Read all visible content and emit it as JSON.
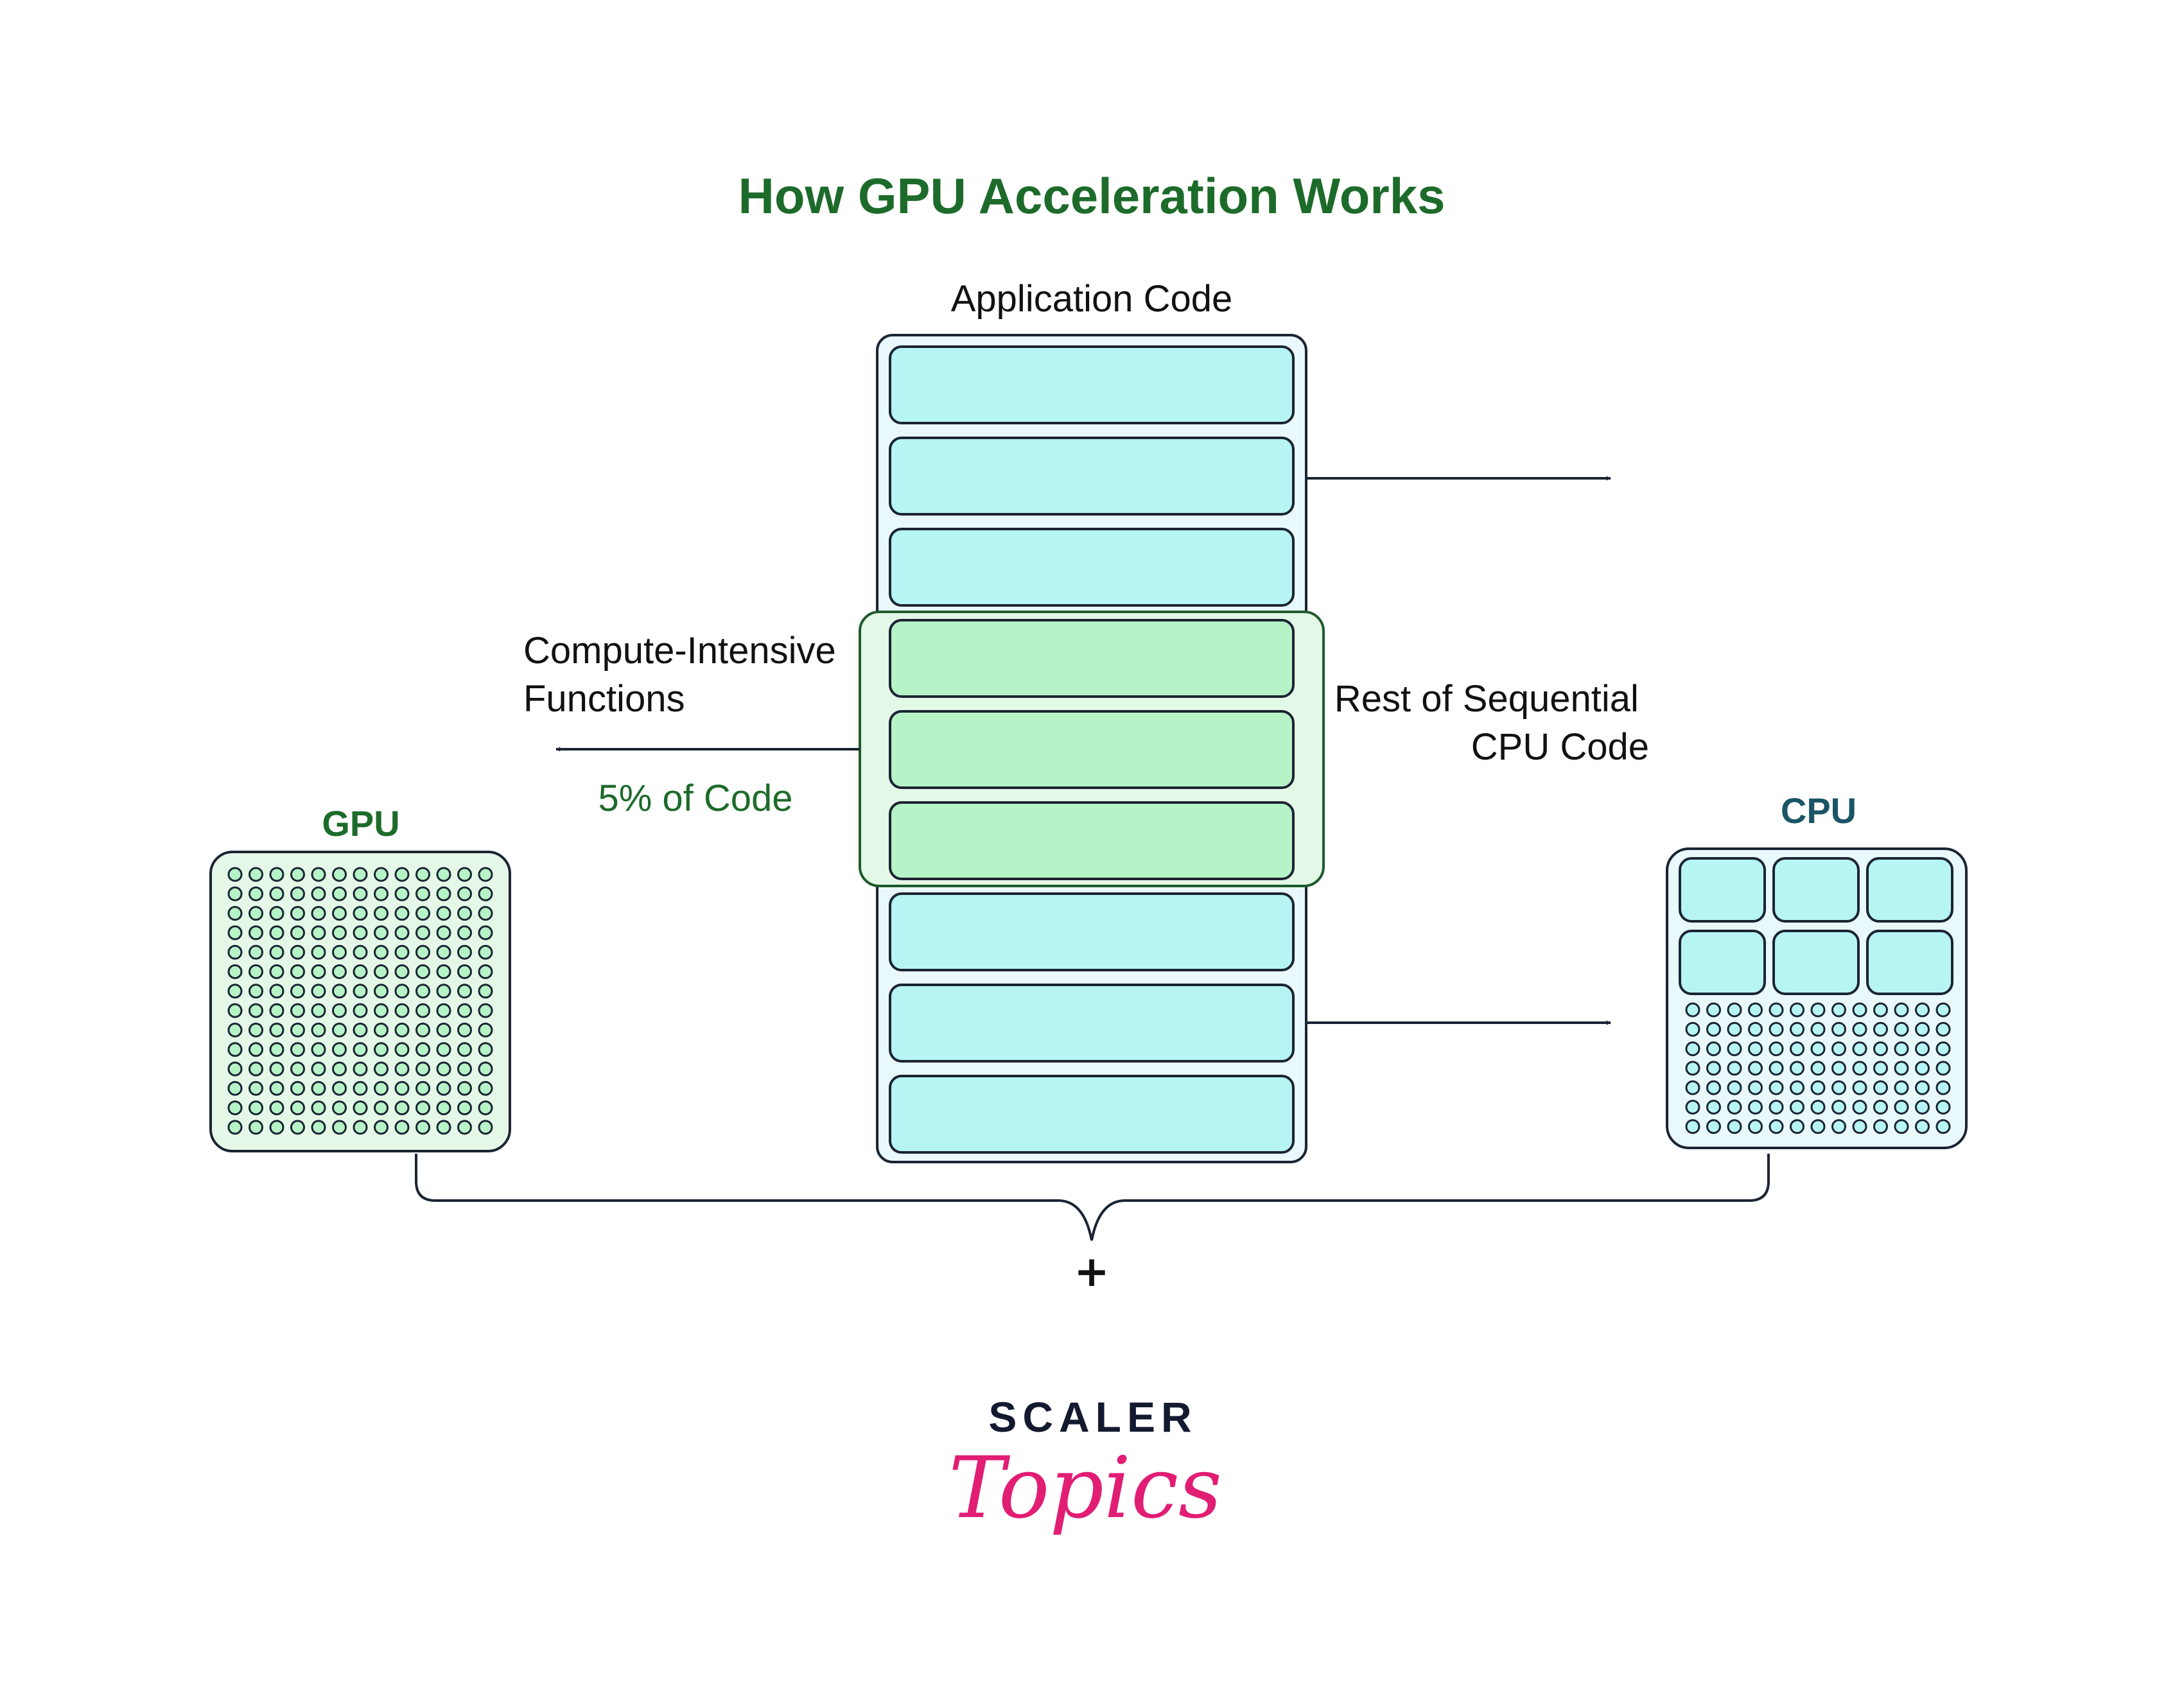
{
  "title": "How GPU Acceleration Works",
  "application_code_label": "Application Code",
  "compute_label": {
    "line1": "Compute-Intensive",
    "line2": "Functions"
  },
  "percent_label": "5% of Code",
  "rest_label": {
    "line1": "Rest of Sequential",
    "line2": "CPU Code"
  },
  "gpu_label": "GPU",
  "cpu_label": "CPU",
  "combine_symbol": "+",
  "logo": {
    "line1": "SCALER",
    "line2": "Topics"
  },
  "code_blocks": [
    {
      "kind": "sequential"
    },
    {
      "kind": "sequential"
    },
    {
      "kind": "sequential"
    },
    {
      "kind": "compute"
    },
    {
      "kind": "compute"
    },
    {
      "kind": "compute"
    },
    {
      "kind": "sequential"
    },
    {
      "kind": "sequential"
    },
    {
      "kind": "sequential"
    }
  ],
  "gpu_grid": {
    "rows": 14,
    "cols": 13
  },
  "cpu_cores": {
    "rows": 2,
    "cols": 3
  },
  "cpu_grid": {
    "rows": 7,
    "cols": 13
  },
  "colors": {
    "title": "#1d6b2a",
    "green_text": "#1d6b2a",
    "cpu_label": "#1a5566",
    "cyan_fill": "#b7f4f4",
    "green_fill": "#b6f3c6",
    "green_panel": "#e3f8e6",
    "panel_light": "#e9f8fa",
    "gpu_panel": "#e5f8e8",
    "outline": "#1b2433",
    "scaler": "#131a2f",
    "topics": "#e11d74"
  }
}
